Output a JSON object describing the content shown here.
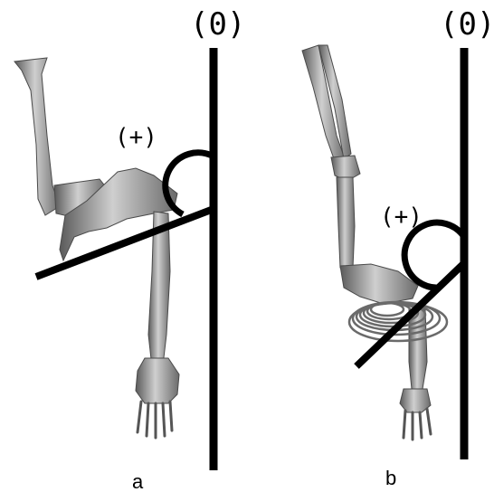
{
  "panels": [
    {
      "label": "a",
      "zero_label": "(0)",
      "angle_label": "(+)"
    },
    {
      "label": "b",
      "zero_label": "(0)",
      "angle_label": "(+)"
    }
  ],
  "colors": {
    "line": "#000000",
    "bone": "#8f8f8f",
    "bone_dark": "#5e5e5e",
    "background": "#ffffff"
  }
}
